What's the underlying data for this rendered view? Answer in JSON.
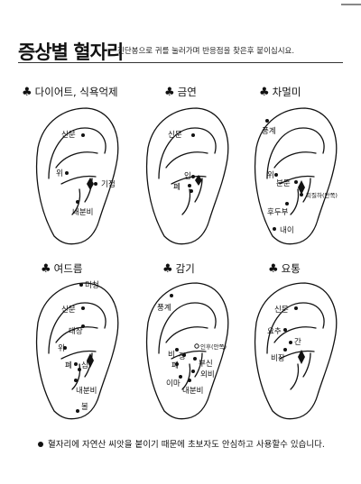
{
  "header": {
    "title": "증상별 혈자리",
    "subtitle": "진단봉으로 귀를 눌러가며 반응점을 찾은후 붙이십시요."
  },
  "panels": [
    {
      "heading": "다이어트, 식욕억제",
      "points": [
        {
          "label": "신문",
          "side": "left"
        },
        {
          "label": "위",
          "side": "left"
        },
        {
          "label": "기점",
          "side": "right"
        },
        {
          "label": "내분비",
          "side": "right"
        }
      ]
    },
    {
      "heading": "금연",
      "points": [
        {
          "label": "신문",
          "side": "left"
        },
        {
          "label": "입",
          "side": "right"
        },
        {
          "label": "폐",
          "side": "left"
        }
      ]
    },
    {
      "heading": "차멀미",
      "points": [
        {
          "label": "풍계",
          "side": "left"
        },
        {
          "label": "위",
          "side": "left"
        },
        {
          "label": "본문",
          "side": "right"
        },
        {
          "label": "피질하(안쪽)",
          "side": "right"
        },
        {
          "label": "후두부",
          "side": "left"
        },
        {
          "label": "내이",
          "side": "right"
        }
      ]
    },
    {
      "heading": "여드름",
      "points": [
        {
          "label": "미청",
          "side": "right"
        },
        {
          "label": "신문",
          "side": "left"
        },
        {
          "label": "대장",
          "side": "left"
        },
        {
          "label": "위",
          "side": "left"
        },
        {
          "label": "폐",
          "side": "left"
        },
        {
          "label": "심",
          "side": "right"
        },
        {
          "label": "내분비",
          "side": "right"
        },
        {
          "label": "볼",
          "side": "right"
        }
      ]
    },
    {
      "heading": "감기",
      "points": [
        {
          "label": "풍계",
          "side": "left"
        },
        {
          "label": "인후(안쪽)",
          "side": "right"
        },
        {
          "label": "비",
          "side": "left"
        },
        {
          "label": "장",
          "side": "left"
        },
        {
          "label": "폐",
          "side": "left"
        },
        {
          "label": "부신",
          "side": "right"
        },
        {
          "label": "외비",
          "side": "right"
        },
        {
          "label": "이마",
          "side": "left"
        },
        {
          "label": "내분비",
          "side": "right"
        }
      ]
    },
    {
      "heading": "요통",
      "points": [
        {
          "label": "신문",
          "side": "left"
        },
        {
          "label": "요추",
          "side": "left"
        },
        {
          "label": "간",
          "side": "right"
        },
        {
          "label": "비장",
          "side": "left"
        }
      ]
    }
  ],
  "footer": {
    "text": "혈자리에 자연산 씨앗을 붙이기 때문에 초보자도 안심하고 사용할수 있습니다."
  }
}
